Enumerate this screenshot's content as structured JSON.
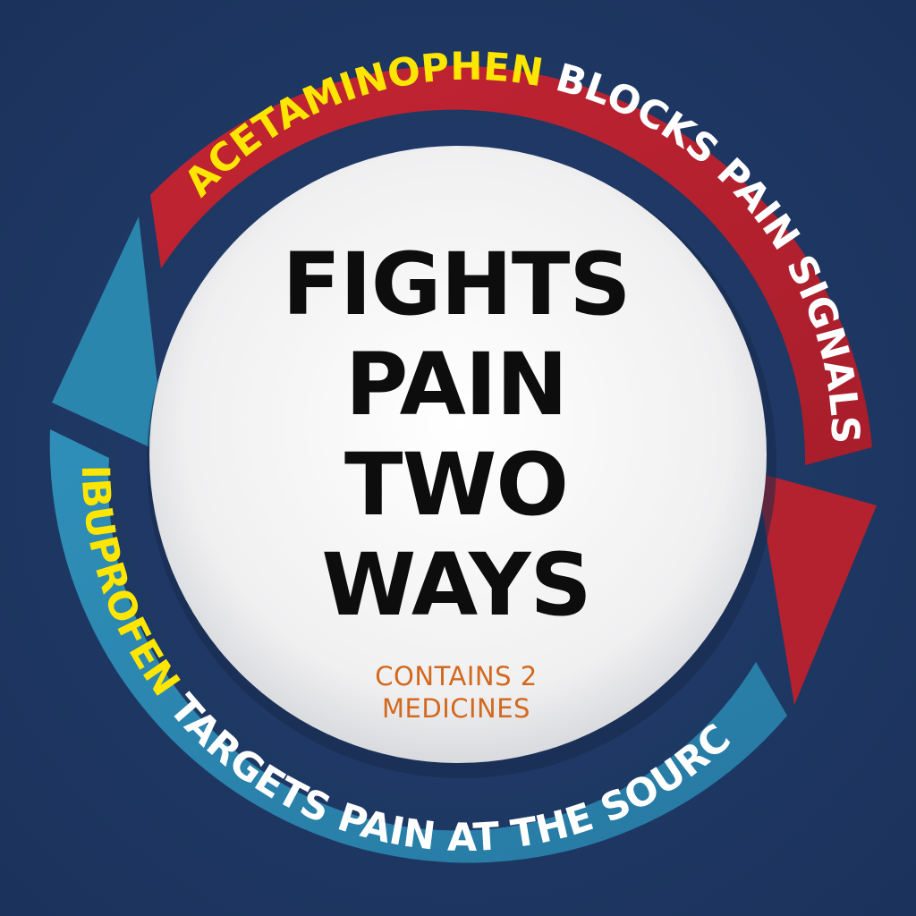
{
  "headline": {
    "line1": "FIGHTS",
    "line2": "PAIN",
    "line3": "TWO",
    "line4": "WAYS"
  },
  "subtext": {
    "line1": "CONTAINS 2",
    "line2": "MEDICINES"
  },
  "top_arc": {
    "medicine": "ACETAMINOPHEN",
    "action": " BLOCKS PAIN SIGNALS",
    "color": "#b5222f"
  },
  "bottom_arc": {
    "medicine": "IBUPROFEN",
    "action": " TARGETS PAIN AT THE SOURCE",
    "color": "#2b86ad"
  },
  "colors": {
    "background": "#1e3763",
    "center_disc": "#f1f1f2",
    "medicine_text": "#ffe600",
    "action_text": "#ffffff",
    "subtext": "#d2691e"
  }
}
